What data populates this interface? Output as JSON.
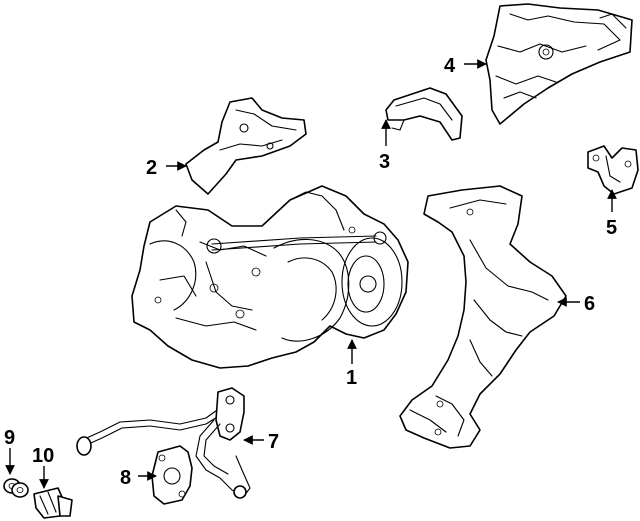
{
  "callouts": {
    "c1": "1",
    "c2": "2",
    "c3": "3",
    "c4": "4",
    "c5": "5",
    "c6": "6",
    "c7": "7",
    "c8": "8",
    "c9": "9",
    "c10": "10"
  }
}
